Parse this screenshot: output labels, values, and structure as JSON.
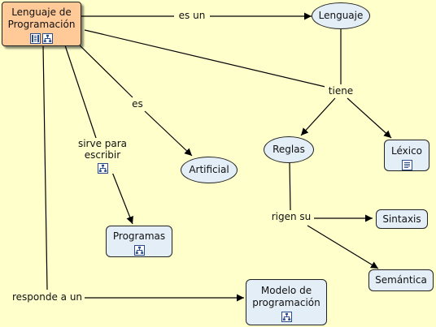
{
  "concepts": {
    "lenguaje_programacion": "Lenguaje de Programación",
    "lenguaje": "Lenguaje",
    "artificial": "Artificial",
    "reglas": "Reglas",
    "lexico": "Léxico",
    "programas": "Programas",
    "sintaxis": "Sintaxis",
    "semantica": "Semántica",
    "modelo_programacion": "Modelo de programación"
  },
  "linking_phrases": {
    "es_un": "es un",
    "es": "es",
    "tiene": "tiene",
    "sirve_para_escribir": "sirve para escribir",
    "rigen_su": "rigen su",
    "responde_a_un": "responde a un"
  },
  "icon_names": [
    "document-icon",
    "concept-map-icon",
    "text-document-icon"
  ],
  "colors": {
    "background": "#ffffcc",
    "node_fill": "#e4eef7",
    "main_node_fill": "#ffc998",
    "line": "#000000"
  }
}
